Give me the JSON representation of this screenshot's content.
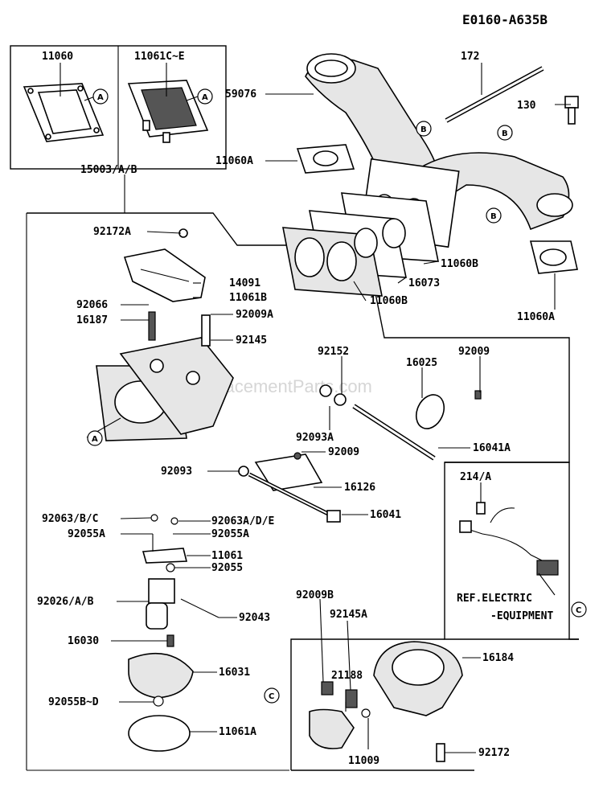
{
  "diagram_code": "E0160-A635B",
  "watermark": "eReplacementParts.com",
  "ref_note": [
    "REF.ELECTRIC",
    "-EQUIPMENT"
  ],
  "circle_refs": [
    "A",
    "B",
    "C"
  ],
  "part_numbers": {
    "p11060": "11060",
    "p11061c_e": "11061C~E",
    "p172": "172",
    "p59076": "59076",
    "p130": "130",
    "p11060a_top": "11060A",
    "p15003": "15003/A/B",
    "p92172a": "92172A",
    "p11060b_1": "11060B",
    "p16073": "16073",
    "p11060b_2": "11060B",
    "p11060a_right": "11060A",
    "p14091": "14091",
    "p11061b": "11061B",
    "p92066": "92066",
    "p92009a": "92009A",
    "p16187": "16187",
    "p92145": "92145",
    "p92152": "92152",
    "p16025": "16025",
    "p92009_1": "92009",
    "p92093a": "92093A",
    "p16041a": "16041A",
    "p92009_2": "92009",
    "p92093": "92093",
    "p16126": "16126",
    "p214a": "214/A",
    "p92063_bc": "92063/B/C",
    "p92063a_de": "92063A/D/E",
    "p16041": "16041",
    "p92055a_1": "92055A",
    "p92055a_2": "92055A",
    "p11061": "11061",
    "p92055": "92055",
    "p92026": "92026/A/B",
    "p92043": "92043",
    "p16030": "16030",
    "p16031": "16031",
    "p92055b_d": "92055B~D",
    "p11061a": "11061A",
    "p92009b": "92009B",
    "p92145a": "92145A",
    "p16184": "16184",
    "p21188": "21188",
    "p11009": "11009",
    "p92172": "92172"
  }
}
